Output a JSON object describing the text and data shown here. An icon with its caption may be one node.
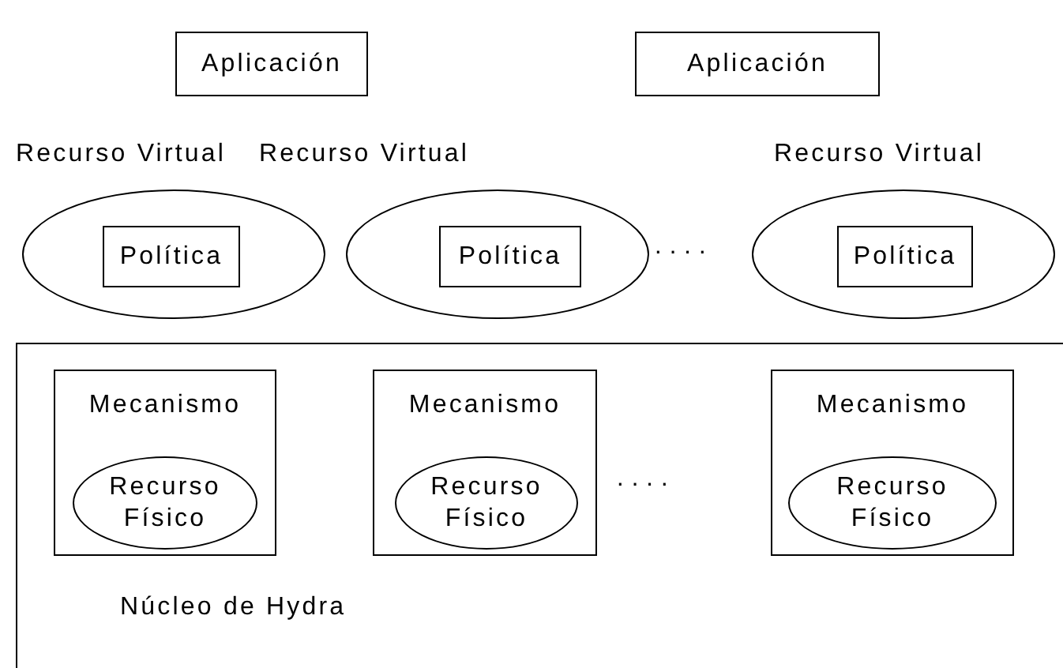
{
  "diagram": {
    "nodes": [
      {
        "text": [
          "Aplicación"
        ]
      },
      {
        "text": [
          "Aplicación"
        ]
      },
      {
        "text": [
          "Recurso Virtual"
        ]
      },
      {
        "text": [
          "Política"
        ],
        "in": 2
      },
      {
        "text": [
          "Recurso Virtual"
        ]
      },
      {
        "text": [
          "Política"
        ],
        "in": 4
      },
      {
        "text": [
          "Recurso Virtual"
        ]
      },
      {
        "text": [
          "Política"
        ],
        "in": 6
      },
      {
        "text": [
          "Núcleo de Hydra"
        ]
      },
      {
        "text": [
          "Mecanismo"
        ],
        "in": 8
      },
      {
        "text": [
          "Recurso Físico"
        ],
        "in": 9
      },
      {
        "text": [
          "Mecanismo"
        ],
        "in": 8
      },
      {
        "text": [
          "Recurso Físico"
        ],
        "in": 11
      },
      {
        "text": [
          "Mecanismo"
        ],
        "in": 8
      },
      {
        "text": [
          "Recurso Físico"
        ],
        "in": 13
      }
    ],
    "edges": [],
    "labels": [
      "····",
      "····"
    ]
  }
}
